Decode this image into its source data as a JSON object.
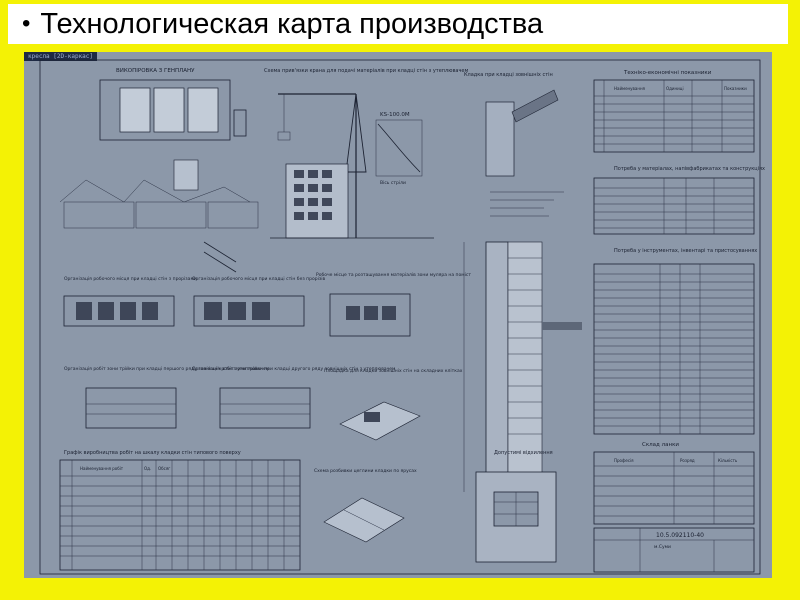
{
  "slide": {
    "bullet": "•",
    "title": "Технологическая карта производства"
  },
  "drawing": {
    "tab_label": "кресла [2D-каркас]",
    "plan_title": "ВИКОПІРОВКА З ГЕНПЛАНУ",
    "crane_title": "Схема прив'язки крана для подачі матеріалів при кладці стін з утеплювачем",
    "crane_model": "KS-100.0M",
    "node_title": "Кладка при кладці зовнішніх стін",
    "teh_title": "Техніко-економічні показники",
    "materials_title": "Потреба у матеріалах, напівфабрикатах та конструкціях",
    "tools_title": "Потреба у інструментах, інвентарі та пристосуваннях",
    "workplace_left": "Організація робочого місця при кладці стін з прорізами",
    "workplace_mid": "Організація робочого місця при кладці стін без прорізів",
    "workplace_right": "Робоче місце та розташування матеріалів зони муляра на поміст",
    "zone_left": "Організація робіт зони трійки при кладці першого ряду зовнішніх стін з утеплювачем",
    "zone_mid": "Організація робіт зони трійки при кладці другого ряду зовнішніх стін з утеплювачем",
    "platform_title": "Площадка для кладки зовнішніх стін на складних клітках",
    "schedule_title": "Графік виробництва робіт на шкалу кладки стін типового поверху",
    "cutting_title": "Схема розбивки цеглини кладки по ярусах",
    "tolerance_title": "Допустимі відхилення",
    "store_title": "Склад ланки",
    "stamp_code": "10.5.092110-40",
    "stamp_city": "м.Суми",
    "crane_caption": "Вісь стріли",
    "schedule_headers": [
      "Найменування робіт",
      "Од.",
      "Обсяг"
    ],
    "teh_headers": [
      "Найменування",
      "Одиниці",
      "Показники"
    ],
    "store_headers": [
      "Професія",
      "Розряд",
      "Кількість"
    ]
  }
}
